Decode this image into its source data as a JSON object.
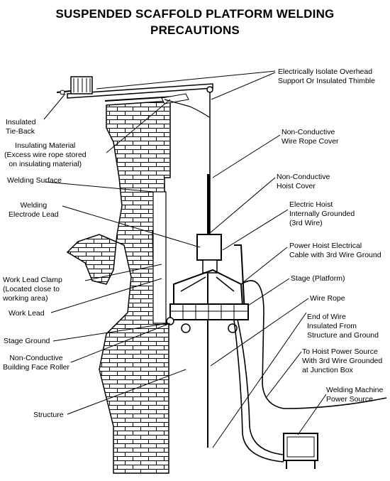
{
  "title": {
    "line1": "SUSPENDED SCAFFOLD PLATFORM WELDING",
    "line2": "PRECAUTIONS"
  },
  "labels": {
    "isolate_overhead": [
      "Electrically Isolate Overhead",
      "Support Or Insulated Thimble"
    ],
    "insulated_tieback": [
      "Insulated",
      "Tie-Back"
    ],
    "insulating_material": [
      "Insulating Material",
      "(Excess wire rope stored",
      "on insulating material)"
    ],
    "welding_surface": [
      "Welding Surface"
    ],
    "electrode_lead": [
      "Welding",
      "Electrode Lead"
    ],
    "wire_rope_cover": [
      "Non-Conductive",
      "Wire Rope Cover"
    ],
    "hoist_cover": [
      "Non-Conductive",
      "Hoist Cover"
    ],
    "electric_hoist": [
      "Electric Hoist",
      "Internally Grounded",
      "(3rd Wire)"
    ],
    "power_cable": [
      "Power Hoist Electrical",
      "Cable with 3rd Wire Ground"
    ],
    "work_lead_clamp": [
      "Work Lead Clamp",
      "(Located close to",
      "working area)"
    ],
    "stage_platform": [
      "Stage (Platform)"
    ],
    "work_lead": [
      "Work Lead"
    ],
    "wire_rope": [
      "Wire Rope"
    ],
    "end_of_wire": [
      "End of Wire",
      "Insulated From",
      "Structure and Ground"
    ],
    "stage_ground": [
      "Stage Ground"
    ],
    "building_roller": [
      "Non-Conductive",
      "Building Face Roller"
    ],
    "hoist_power_source": [
      "To Hoist Power Source",
      "With 3rd Wire Grounded",
      "at Junction Box"
    ],
    "welding_machine": [
      "Welding Machine",
      "Power Source"
    ],
    "structure": [
      "Structure"
    ]
  },
  "colors": {
    "ink": "#000000",
    "paper": "#ffffff"
  }
}
